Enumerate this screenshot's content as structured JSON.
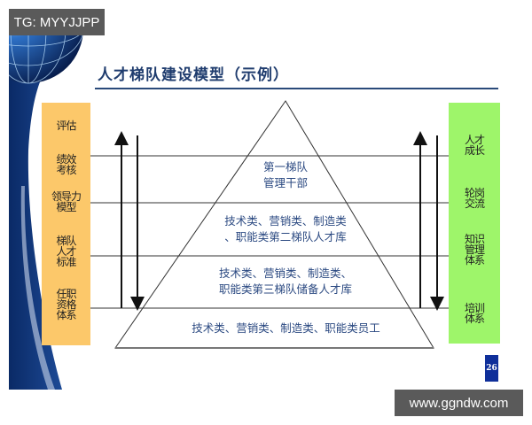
{
  "slide": {
    "title": "人才梯队建设模型（示例）",
    "page_number": "26",
    "colors": {
      "title": "#1f3c6e",
      "left_panel": "#fcc86a",
      "right_panel": "#9ef56a",
      "tier_text": "#2c4a82",
      "page_badge": "#0f2f9a",
      "globe_blue": "#0d2f6e"
    }
  },
  "left_panel": {
    "items": [
      {
        "label": "评估"
      },
      {
        "label": "绩效\n考核"
      },
      {
        "label": "领导力\n模型"
      },
      {
        "label": "梯队\n人才\n标准"
      },
      {
        "label": "任职\n资格\n体系"
      }
    ]
  },
  "right_panel": {
    "items": [
      {
        "label": "人才\n成长"
      },
      {
        "label": "轮岗\n交流"
      },
      {
        "label": "知识\n管理\n体系"
      },
      {
        "label": "培训\n体系"
      }
    ]
  },
  "pyramid": {
    "tiers": [
      {
        "line1": "第一梯队",
        "line2": "管理干部"
      },
      {
        "line1": "技术类、营销类、制造类",
        "line2": "、职能类第二梯队人才库"
      },
      {
        "line1": "技术类、营销类、制造类、",
        "line2": "职能类第三梯队储备人才库"
      },
      {
        "line1": "技术类、营销类、制造类、职能类员工",
        "line2": ""
      }
    ]
  },
  "arrows": {
    "left": [
      "up-arrow",
      "down-arrow"
    ],
    "right": [
      "up-arrow",
      "down-arrow"
    ]
  },
  "watermarks": {
    "top_left": "TG: MYYJJPP",
    "bottom_right": "www.ggndw.com"
  }
}
